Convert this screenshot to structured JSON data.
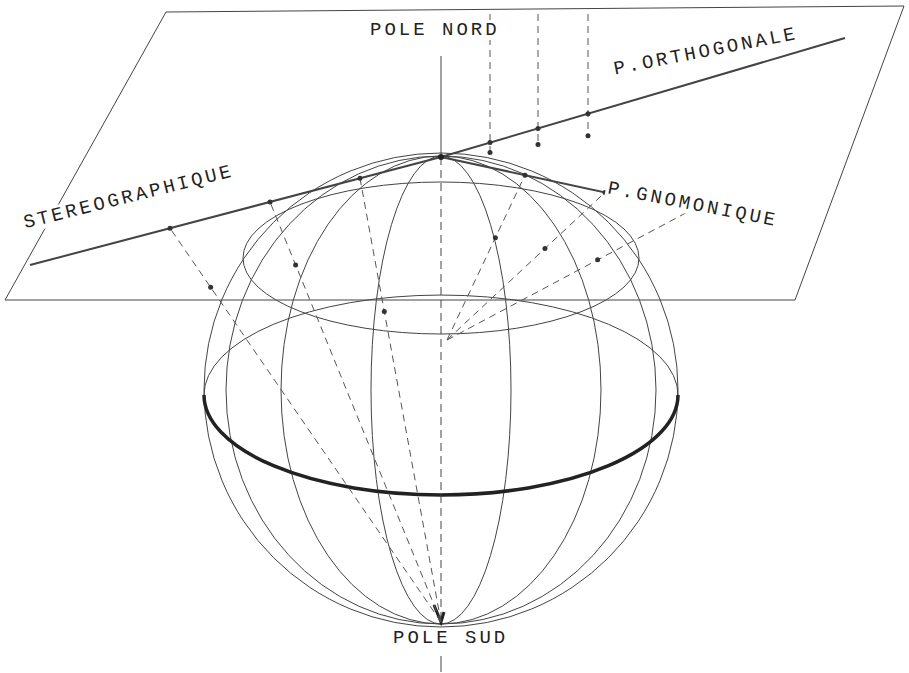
{
  "diagram": {
    "labels": [
      "POLE NORD",
      "P.ORTHOGONALE",
      "STEREOGRAPHIQUE",
      "P.GNOMONIQUE",
      "POLE SUD"
    ]
  }
}
